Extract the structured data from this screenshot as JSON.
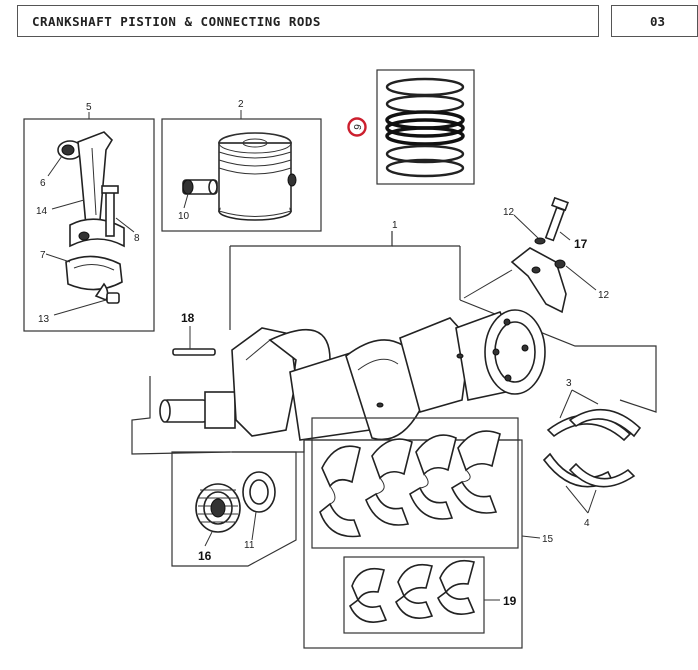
{
  "header": {
    "title": "CRANKSHAFT PISTION & CONNECTING RODS",
    "page_number": "03"
  },
  "callouts": {
    "c1": "1",
    "c2": "2",
    "c3": "3",
    "c4": "4",
    "c5": "5",
    "c6": "6",
    "c7": "7",
    "c8": "8",
    "c9": "9",
    "c10": "10",
    "c11": "11",
    "c12a": "12",
    "c12b": "12",
    "c13": "13",
    "c14": "14",
    "c15": "15",
    "c16": "16",
    "c17": "17",
    "c18": "18",
    "c19": "19"
  },
  "highlight": {
    "color": "#cc1f2e",
    "target": "9"
  }
}
